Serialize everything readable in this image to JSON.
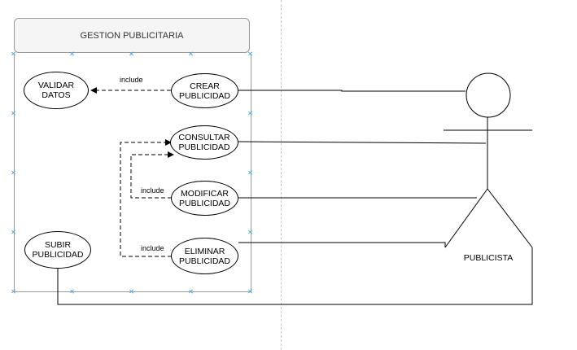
{
  "system": {
    "title": "GESTION PUBLICITARIA"
  },
  "use_cases": {
    "validar": "VALIDAR\nDATOS",
    "crear": "CREAR\nPUBLICIDAD",
    "consultar": "CONSULTAR\nPUBLICIDAD",
    "modificar": "MODIFICAR\nPUBLICIDAD",
    "subir": "SUBIR\nPUBLICIDAD",
    "eliminar": "ELIMINAR\nPUBLICIDAD"
  },
  "relations": {
    "include_crear_validar": "include",
    "include_modificar_consultar": "include",
    "include_eliminar_consultar": "include"
  },
  "actor": {
    "name": "PUBLICISTA"
  },
  "colors": {
    "line": "#000000",
    "selection_handle": "#5aaae6",
    "border": "#9a9a9a"
  }
}
